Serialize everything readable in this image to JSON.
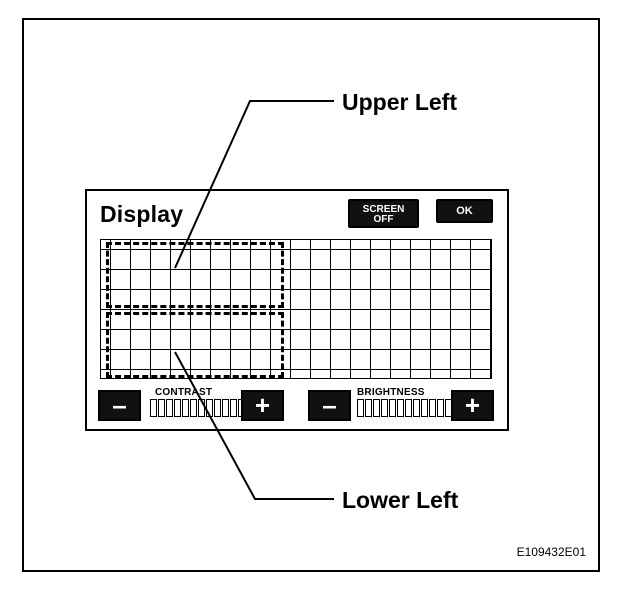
{
  "screen": {
    "title": "Display",
    "buttons": {
      "screen_off": "SCREEN\nOFF",
      "ok": "OK"
    },
    "contrast": {
      "label": "CONTRAST",
      "minus": "–",
      "plus": "+"
    },
    "brightness": {
      "label": "BRIGHTNESS",
      "minus": "–",
      "plus": "+"
    }
  },
  "callouts": {
    "upper": "Upper Left",
    "lower": "Lower Left"
  },
  "figure_code": "E109432E01"
}
